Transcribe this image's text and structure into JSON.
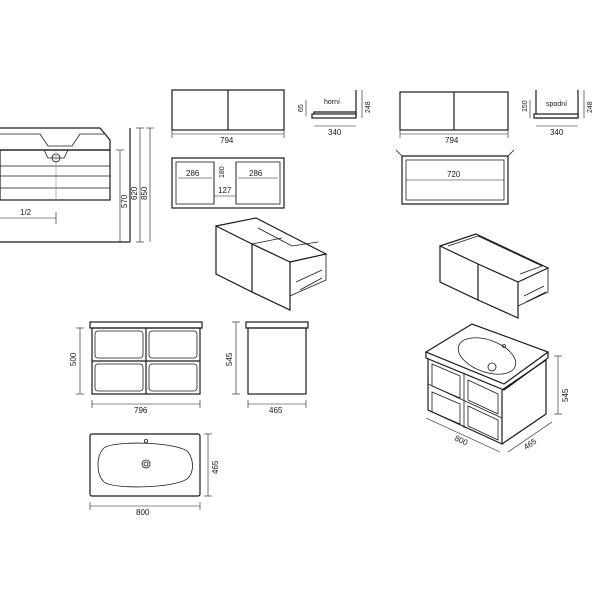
{
  "drawing": {
    "side_section": {
      "labels": {
        "h850": "850",
        "h620": "620",
        "h570": "570",
        "half": "1/2"
      }
    },
    "upper_drawer_front": {
      "width": "794"
    },
    "upper_drawer_side": {
      "tag": "horní",
      "h65": "65",
      "h248": "248",
      "depth": "340"
    },
    "lower_drawer_front": {
      "width": "794"
    },
    "lower_drawer_side": {
      "tag": "spodní",
      "h150": "150",
      "h248": "248",
      "depth": "340"
    },
    "upper_drawer_plan": {
      "left": "286",
      "right": "286",
      "mid_top": "180",
      "mid_bottom": "127"
    },
    "lower_drawer_plan": {
      "inner": "720"
    },
    "cabinet_front": {
      "width": "796",
      "height": "500"
    },
    "cabinet_side": {
      "height": "545",
      "depth": "465"
    },
    "isometric": {
      "width": "800",
      "height": "545",
      "depth": "465"
    },
    "basin_top": {
      "width": "800",
      "depth": "465"
    }
  }
}
